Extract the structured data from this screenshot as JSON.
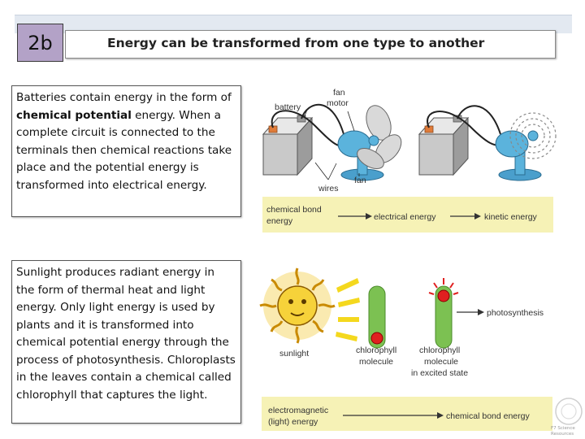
{
  "slide": {
    "badge": "2b",
    "title": "Energy can be transformed from one type to another"
  },
  "paragraph1": {
    "text_before": "Batteries contain energy in the form of ",
    "bold": "chemical potential",
    "text_after": " energy. When a complete circuit is connected to the terminals then chemical reactions take place and the potential energy is transformed into electrical energy."
  },
  "paragraph2": {
    "text": "Sunlight produces radiant energy in the form of thermal heat and light energy. Only light energy is used by plants and it is transformed into chemical potential energy through the process of photosynthesis. Chloroplasts in the leaves contain a chemical called chlorophyll that captures the light."
  },
  "diagram1": {
    "labels": {
      "battery": "battery",
      "fan_motor_line1": "fan",
      "fan_motor_line2": "motor",
      "wires": "wires",
      "fan": "fan"
    },
    "flow": {
      "step1_line1": "chemical bond",
      "step1_line2": "energy",
      "step2": "electrical energy",
      "step3": "kinetic energy"
    }
  },
  "diagram2": {
    "labels": {
      "sunlight": "sunlight",
      "molecule1_line1": "chlorophyll",
      "molecule1_line2": "molecule",
      "molecule2_line1": "chlorophyll",
      "molecule2_line2": "molecule",
      "molecule2_line3": "in excited state",
      "photosynthesis": "photosynthesis"
    },
    "flow": {
      "step1_line1": "electromagnetic",
      "step1_line2": "(light) energy",
      "step2": "chemical bond energy"
    }
  },
  "corner_logo": {
    "line1": "F7 Science",
    "line2": "Resources"
  },
  "colors": {
    "badge": "#b3a2c7",
    "flow_band": "#f6f2b6",
    "fan_blue": "#5bb3dc",
    "chlorophyll_green": "#7cc152"
  }
}
